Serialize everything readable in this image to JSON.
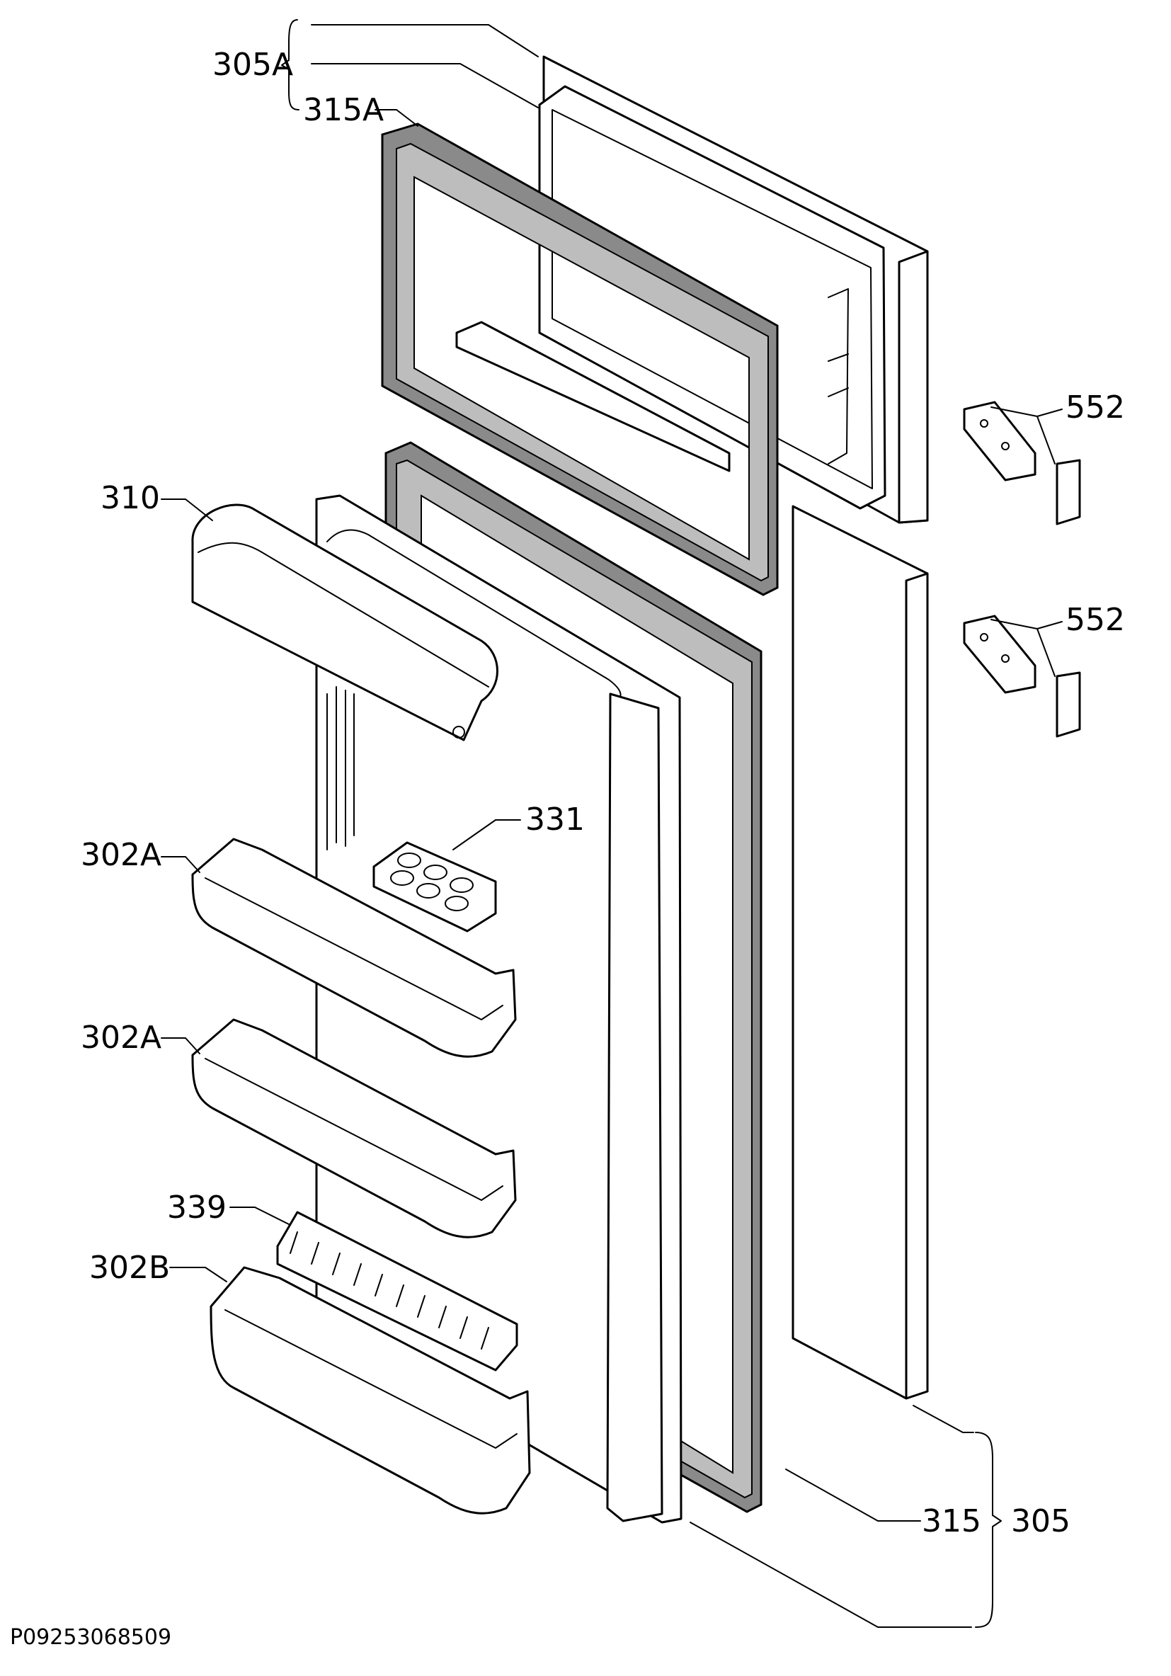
{
  "diagram": {
    "labels": {
      "freezer_door_assembly": "305A",
      "freezer_gasket": "315A",
      "hinge_upper": "552",
      "hinge_lower": "552",
      "dairy_lid": "310",
      "egg_tray": "331",
      "door_shelf_upper": "302A",
      "door_shelf_middle": "302A",
      "bottle_retainer": "339",
      "bottle_shelf": "302B",
      "fridge_gasket": "315",
      "fridge_door_assembly": "305"
    },
    "drawing_code": "P09253068509"
  }
}
